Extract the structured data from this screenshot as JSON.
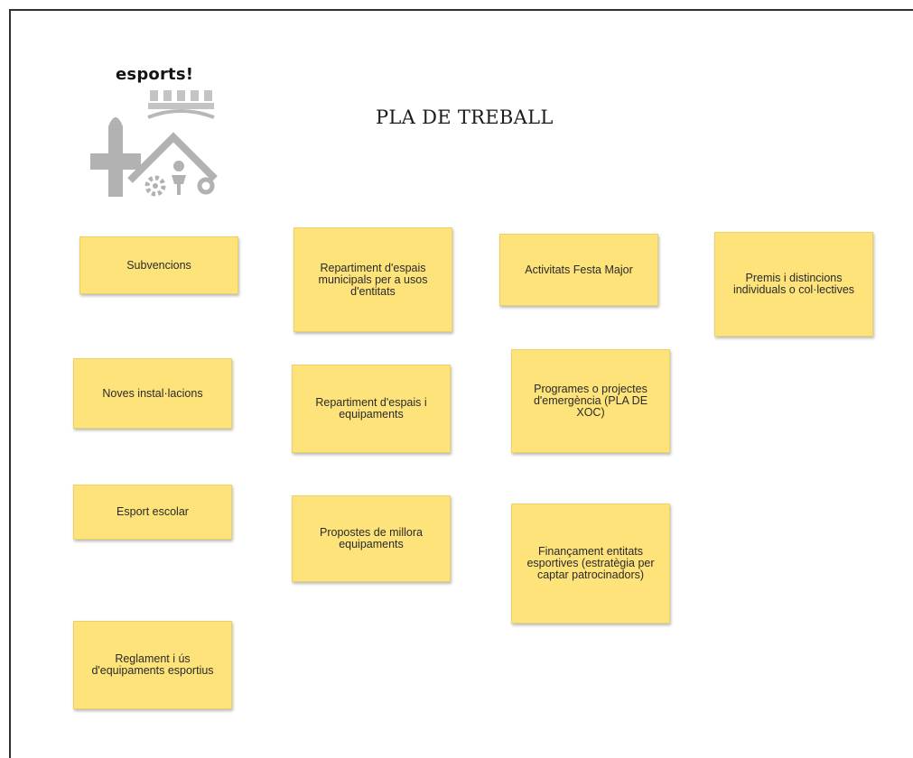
{
  "logo": {
    "text": "esports!",
    "colors": {
      "emblem": "#b2b2b2",
      "crown": "#c4c4c4"
    }
  },
  "title": "PLA DE TREBALL",
  "colors": {
    "note_fill": "#fde37a",
    "note_border": "#ecd266",
    "frame": "#2f2f2f",
    "background": "#ffffff"
  },
  "notes": [
    {
      "id": "subvencions",
      "text": "Subvencions"
    },
    {
      "id": "repartiment-espais-municipals",
      "text": "Repartiment d'espais municipals per a usos d'entitats"
    },
    {
      "id": "activitats-festa-major",
      "text": "Activitats Festa Major"
    },
    {
      "id": "premis-distincions",
      "text": "Premis i distincions individuals o col·lectives"
    },
    {
      "id": "noves-installacions",
      "text": "Noves instal·lacions"
    },
    {
      "id": "repartiment-espais-equipaments",
      "text": "Repartiment d'espais i equipaments"
    },
    {
      "id": "programes-emergencia",
      "text": "Programes o projectes d'emergència (PLA DE XOC)"
    },
    {
      "id": "esport-escolar",
      "text": "Esport escolar"
    },
    {
      "id": "propostes-millora",
      "text": "Propostes de millora equipaments"
    },
    {
      "id": "financament-entitats",
      "text": "Finançament entitats esportives (estratègia per captar patrocinadors)"
    },
    {
      "id": "reglament-equipaments",
      "text": "Reglament i ús d'equipaments esportius"
    }
  ]
}
